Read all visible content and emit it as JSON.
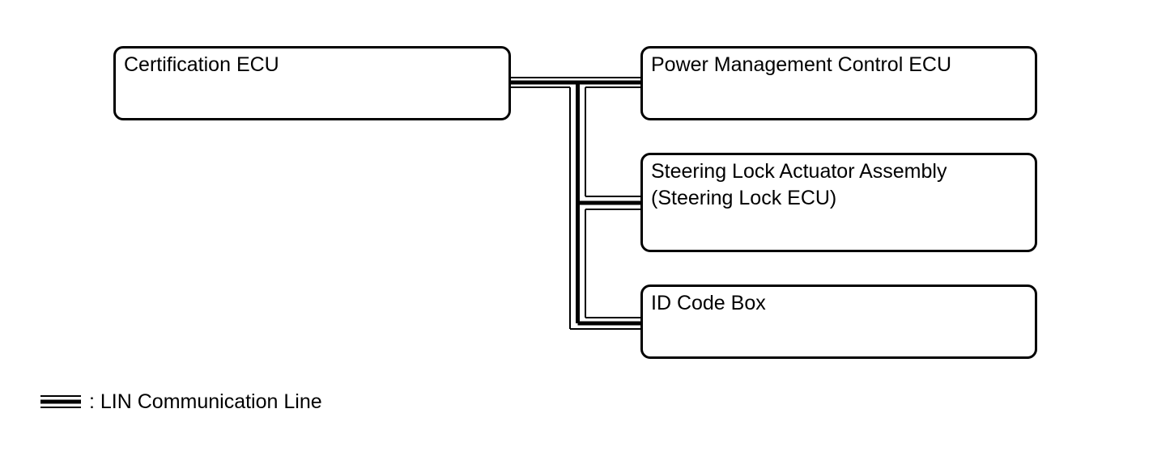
{
  "nodes": {
    "certification_ecu": "Certification ECU",
    "power_management_ecu": "Power Management Control ECU",
    "steering_lock_ecu": "Steering Lock Actuator Assembly\n(Steering Lock ECU)",
    "id_code_box": "ID Code Box"
  },
  "legend": {
    "lin_line_label": ": LIN Communication Line"
  },
  "colors": {
    "line": "#000000",
    "background": "#ffffff"
  }
}
